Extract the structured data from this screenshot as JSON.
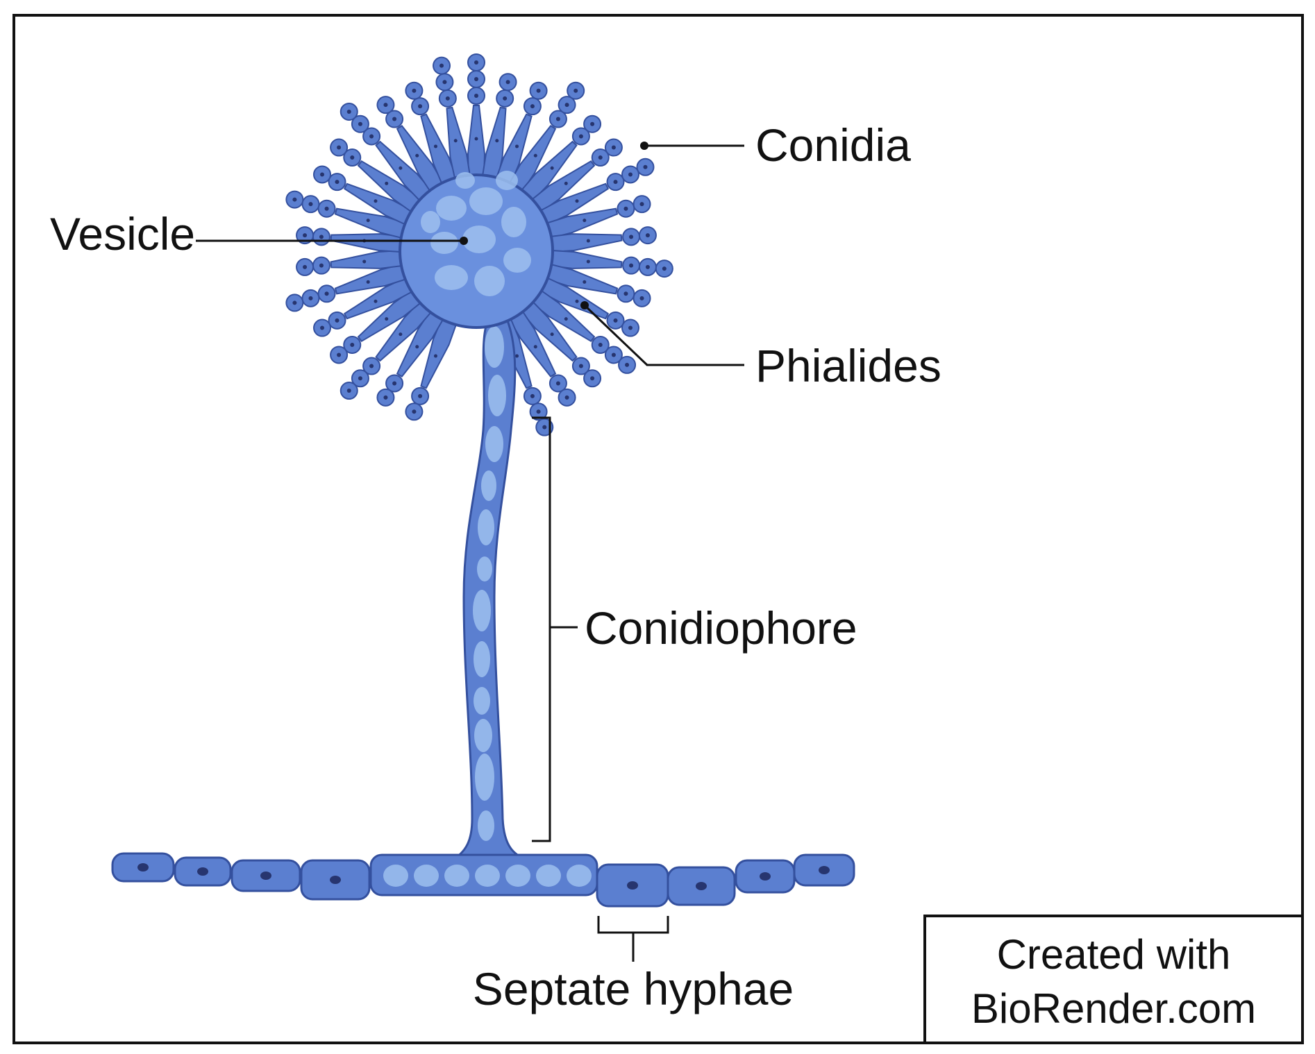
{
  "labels": {
    "conidia": "Conidia",
    "vesicle": "Vesicle",
    "phialides": "Phialides",
    "conidiophore": "Conidiophore",
    "septate_hyphae": "Septate hyphae"
  },
  "credit": {
    "line1": "Created with",
    "line2": "BioRender.com"
  },
  "colors": {
    "cell_fill": "#5b7fd0",
    "cell_stroke": "#34509e",
    "vesicle_fill": "#6a90de",
    "organelle_fill": "#9ec0ee",
    "nucleus": "#27356f",
    "line": "#111111",
    "border": "#111111",
    "background": "#ffffff"
  }
}
